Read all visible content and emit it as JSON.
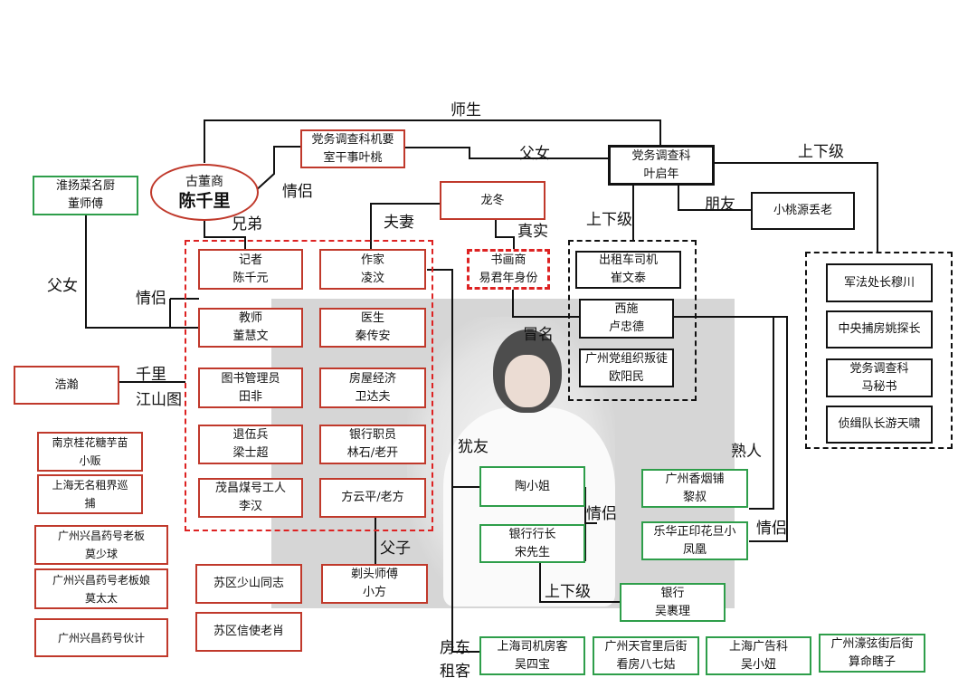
{
  "nodes": {
    "chen_qianli": {
      "sub": "古董商",
      "main": "陈千里"
    },
    "ye_taozhi": {
      "text": "党务调查科机要\n室干事叶桃"
    },
    "ye_qinian": {
      "text": "党务调查科\n叶启年"
    },
    "xiaotao_yuanzi": {
      "text": "小桃源丢老"
    },
    "dong_shifu": {
      "text": "淮扬菜名厨\n董师傅"
    },
    "long_dong": {
      "text": "龙冬"
    },
    "yi_junnian": {
      "text": "书画商\n易君年身份"
    },
    "chen_qianyuan": {
      "text": "记者\n陈千元"
    },
    "ling_yi": {
      "text": "作家\n凌汶"
    },
    "dong_huiwen": {
      "text": "教师\n董慧文"
    },
    "qin_chuanan": {
      "text": "医生\n秦传安"
    },
    "tian_fei": {
      "text": "图书管理员\n田非"
    },
    "wei_dafu": {
      "text": "房屋经济\n卫达夫"
    },
    "liang_shichao": {
      "text": "退伍兵\n梁士超"
    },
    "lin_shi": {
      "text": "银行职员\n林石/老开"
    },
    "li_han": {
      "text": "茂昌煤号工人\n李汉"
    },
    "fang_yunping": {
      "text": "方云平/老方"
    },
    "haohan": {
      "text": "浩瀚"
    },
    "nanjing": {
      "text": "南京桂花糖芋苗\n小贩"
    },
    "shanghai_xunbu": {
      "text": "上海无名租界巡\n捕"
    },
    "mo_shaoqiu": {
      "text": "广州兴昌药号老板\n莫少球"
    },
    "mo_taitai": {
      "text": "广州兴昌药号老板娘\n莫太太"
    },
    "huoji": {
      "text": "广州兴昌药号伙计"
    },
    "shaoshan": {
      "text": "苏区少山同志"
    },
    "xinshi": {
      "text": "苏区信使老肖"
    },
    "titou": {
      "text": "剃头师傅\n小方"
    },
    "cui_wentai": {
      "text": "出租车司机\n崔文泰"
    },
    "lu_zhongde": {
      "text": "西施\n卢忠德"
    },
    "ouyang_min": {
      "text": "广州党组织叛徒\n欧阳民"
    },
    "mu_chuan": {
      "text": "军法处长穆川"
    },
    "yao_tanzhang": {
      "text": "中央捕房姚探长"
    },
    "ma_mishu": {
      "text": "党务调查科\n马秘书"
    },
    "you_tianxiao": {
      "text": "侦缉队长游天啸"
    },
    "tao_xiaojie": {
      "text": "陶小姐"
    },
    "song_xiansheng": {
      "text": "银行行长\n宋先生"
    },
    "li_shu": {
      "text": "广州香烟铺\n黎叔"
    },
    "feng_huang": {
      "text": "乐华正印花旦小\n凤凰"
    },
    "wu_guoli": {
      "text": "银行\n吴裹理"
    },
    "wu_sibao": {
      "text": "上海司机房客\n吴四宝"
    },
    "ba_gu": {
      "text": "广州天官里后街\n看房八七姑"
    },
    "wu_xiaoniu": {
      "text": "上海广告科\n吴小妞"
    },
    "xiazi": {
      "text": "广州濠弦街后街\n算命瞎子"
    }
  },
  "relations": {
    "shisheng": "师生",
    "funv_top": "父女",
    "shangxiaji_top": "上下级",
    "qinglv_chen": "情侣",
    "pengyou": "朋友",
    "xiongdi": "兄弟",
    "fuqi": "夫妻",
    "zhenshi": "真实",
    "shangxiaji_mid": "上下级",
    "fuvn_left": "父女",
    "qinglv_left": "情侣",
    "maoming": "冒名",
    "qianli": "千里",
    "jiangshan": "江山图",
    "youyou": "犹友",
    "shuren": "熟人",
    "qinglv_tao": "情侣",
    "qinglv_right": "情侣",
    "fuzi": "父子",
    "shangxiaji_bot": "上下级",
    "fangdong": "房东",
    "zuke": "租客"
  },
  "colors": {
    "red": "#c0392b",
    "green": "#2e9e4a",
    "black": "#111111"
  }
}
